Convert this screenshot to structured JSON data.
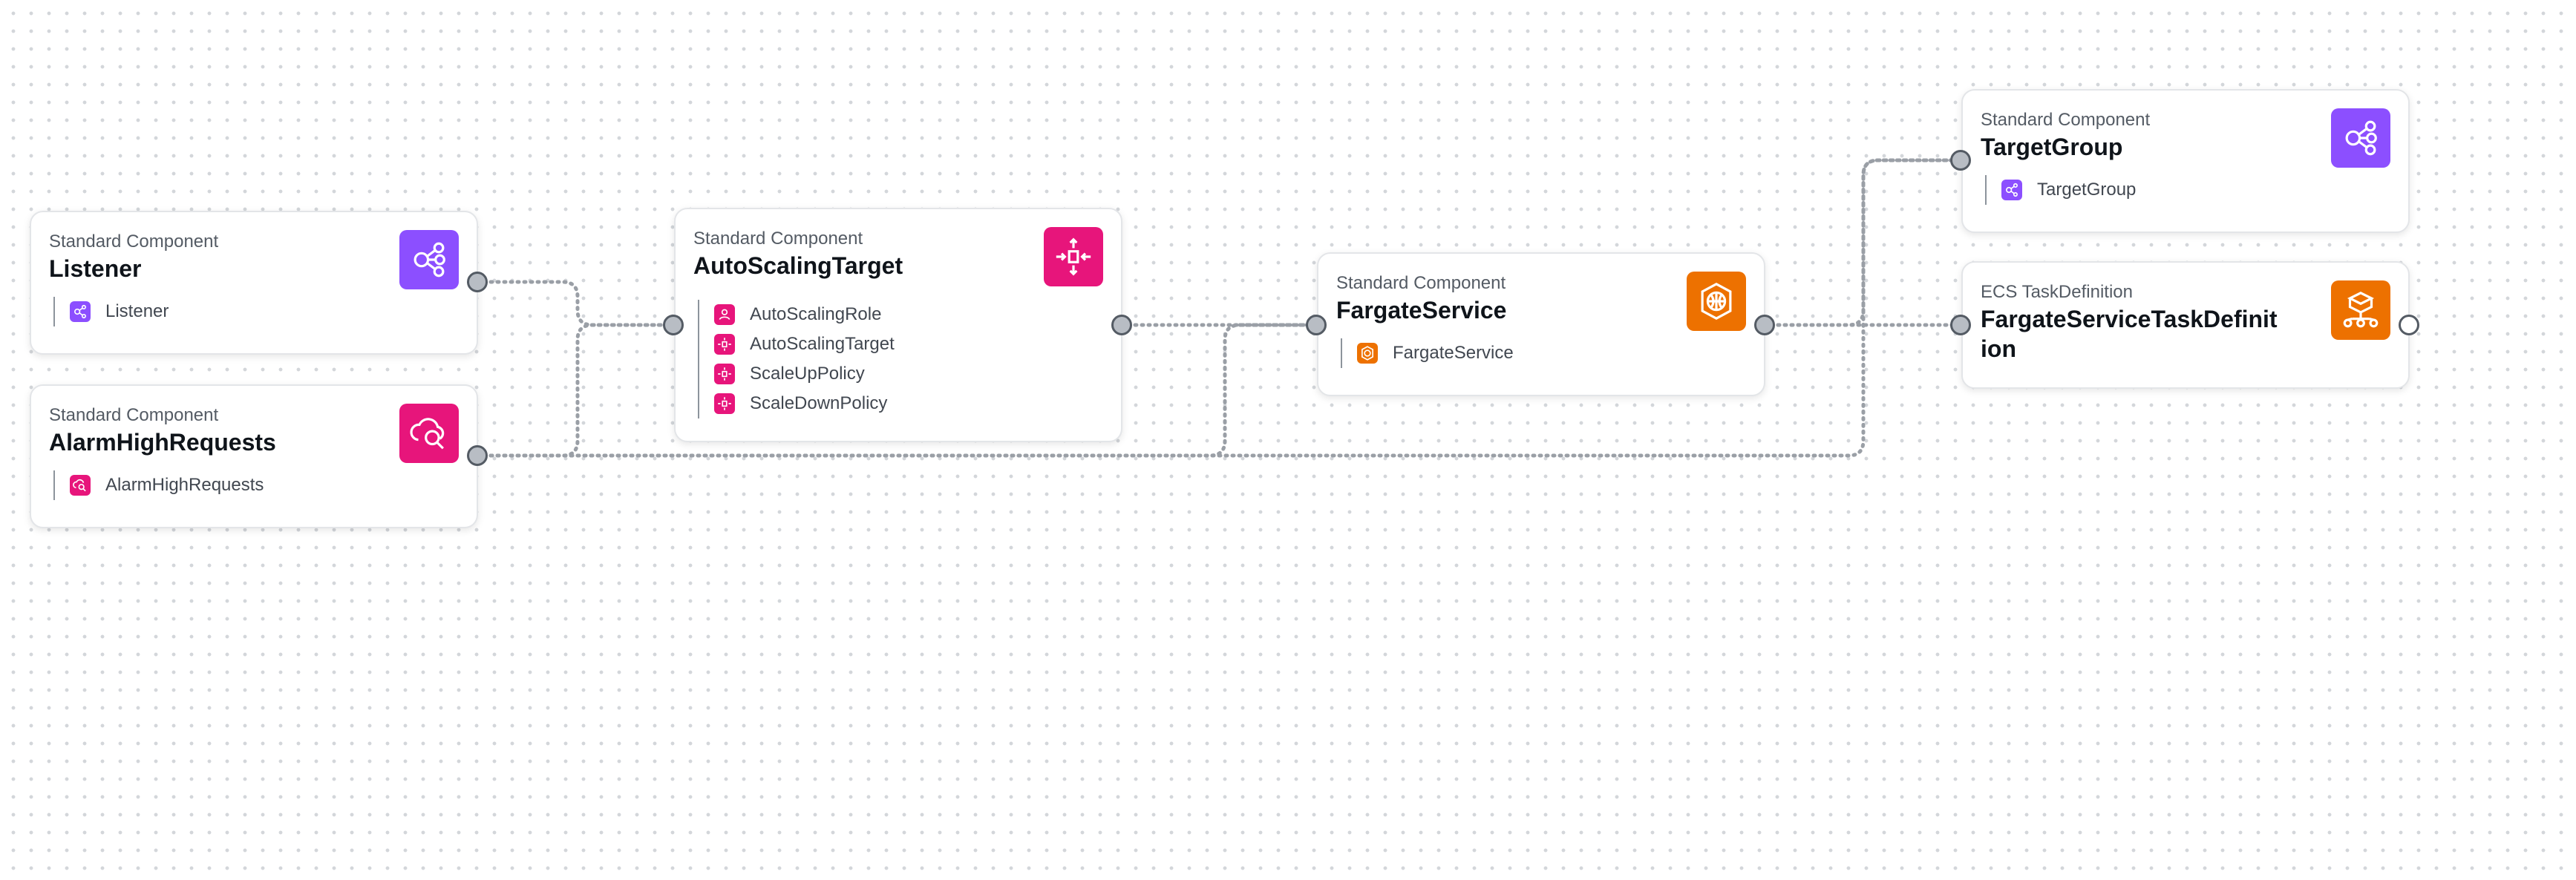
{
  "nodes": [
    {
      "id": "listener",
      "kind": "Standard Component",
      "title": "Listener",
      "icon": "elb-listener-icon",
      "resources": [
        {
          "label": "Listener",
          "icon": "elb-listener-icon"
        }
      ]
    },
    {
      "id": "alarm",
      "kind": "Standard Component",
      "title": "AlarmHighRequests",
      "icon": "cloudwatch-alarm-icon",
      "resources": [
        {
          "label": "AlarmHighRequests",
          "icon": "cloudwatch-alarm-icon"
        }
      ]
    },
    {
      "id": "autoscaling",
      "kind": "Standard Component",
      "title": "AutoScalingTarget",
      "icon": "auto-scaling-icon",
      "resources": [
        {
          "label": "AutoScalingRole",
          "icon": "iam-role-icon"
        },
        {
          "label": "AutoScalingTarget",
          "icon": "auto-scaling-icon"
        },
        {
          "label": "ScaleUpPolicy",
          "icon": "auto-scaling-icon"
        },
        {
          "label": "ScaleDownPolicy",
          "icon": "auto-scaling-icon"
        }
      ]
    },
    {
      "id": "fargate",
      "kind": "Standard Component",
      "title": "FargateService",
      "icon": "fargate-icon",
      "resources": [
        {
          "label": "FargateService",
          "icon": "fargate-icon"
        }
      ]
    },
    {
      "id": "targetgroup",
      "kind": "Standard Component",
      "title": "TargetGroup",
      "icon": "elb-target-group-icon",
      "resources": [
        {
          "label": "TargetGroup",
          "icon": "elb-target-group-icon"
        }
      ]
    },
    {
      "id": "taskdef",
      "kind": "ECS TaskDefinition",
      "title": "FargateServiceTaskDefinition",
      "icon": "ecs-task-definition-icon",
      "resources": []
    }
  ],
  "edges": [
    {
      "from": "listener",
      "to": "autoscaling"
    },
    {
      "from": "alarm",
      "to": "autoscaling"
    },
    {
      "from": "alarm",
      "to": "fargate"
    },
    {
      "from": "alarm",
      "to": "targetgroup"
    },
    {
      "from": "autoscaling",
      "to": "fargate"
    },
    {
      "from": "fargate",
      "to": "targetgroup"
    },
    {
      "from": "fargate",
      "to": "taskdef"
    }
  ],
  "colors": {
    "purple": "#8c4fff",
    "pink": "#e7157b",
    "orange": "#ed7100",
    "edge": "#9a9fa6"
  }
}
